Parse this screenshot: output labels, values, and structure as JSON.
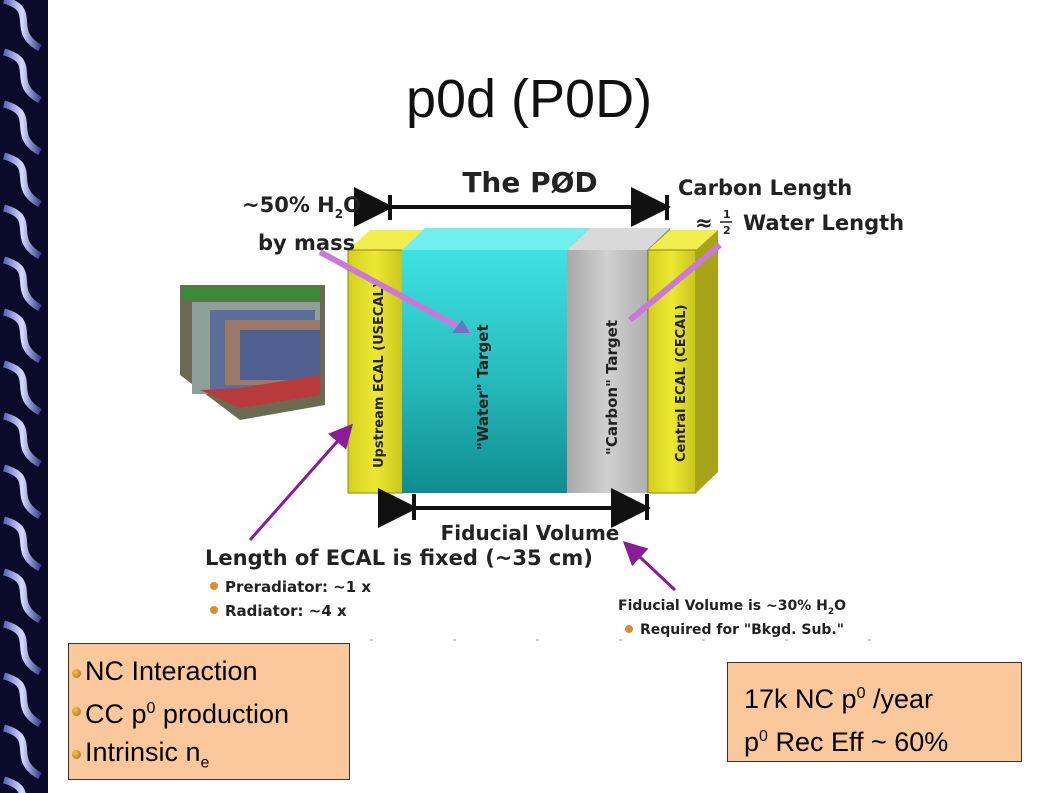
{
  "slide": {
    "title": "p0d (P0D)"
  },
  "diagram": {
    "heading": "The PØD",
    "water_note_line1": "~50% H",
    "water_note_sub": "2",
    "water_note_o": "O",
    "water_note_line2": "by mass",
    "carbon_note_line1": "Carbon Length",
    "carbon_note_approx": "≈",
    "carbon_note_frac_num": "1",
    "carbon_note_frac_den": "2",
    "carbon_note_rest": "Water Length",
    "usecal_label": "Upstream ECAL (USECAL)",
    "water_target_label": "\"Water\" Target",
    "carbon_target_label": "\"Carbon\" Target",
    "cecal_label": "Central ECAL (CECAL)",
    "fiducial_label": "Fiducial Volume",
    "ecal_length": "Length of ECAL is fixed (~35 cm)",
    "preradiator": "Preradiator: ~1 x",
    "radiator": "Radiator: ~4 x",
    "fiducial_note_main": "Fiducial Volume is ~30% H",
    "fiducial_note_sub": "2",
    "fiducial_note_o": "O",
    "fiducial_note_bullet": "Required for \"Bkgd. Sub.\""
  },
  "box_left": {
    "items": [
      {
        "text": "NC Interaction"
      },
      {
        "text_a": "CC p",
        "sup": "0",
        "text_b": " production"
      },
      {
        "text_a": "Intrinsic n",
        "sub": "e"
      }
    ]
  },
  "box_right": {
    "line1_a": "17k NC p",
    "line1_sup": "0",
    "line1_b": " /year",
    "line2_a": "p",
    "line2_sup": "0",
    "line2_b": " Rec Eff ~ 60%"
  },
  "colors": {
    "strip": "#0a0b2a",
    "ecal_yellow": "#e1dd24",
    "water_cyan": "#2fc3c4",
    "carbon_gray": "#b9b9b9",
    "box_fill": "#fbc89b"
  }
}
